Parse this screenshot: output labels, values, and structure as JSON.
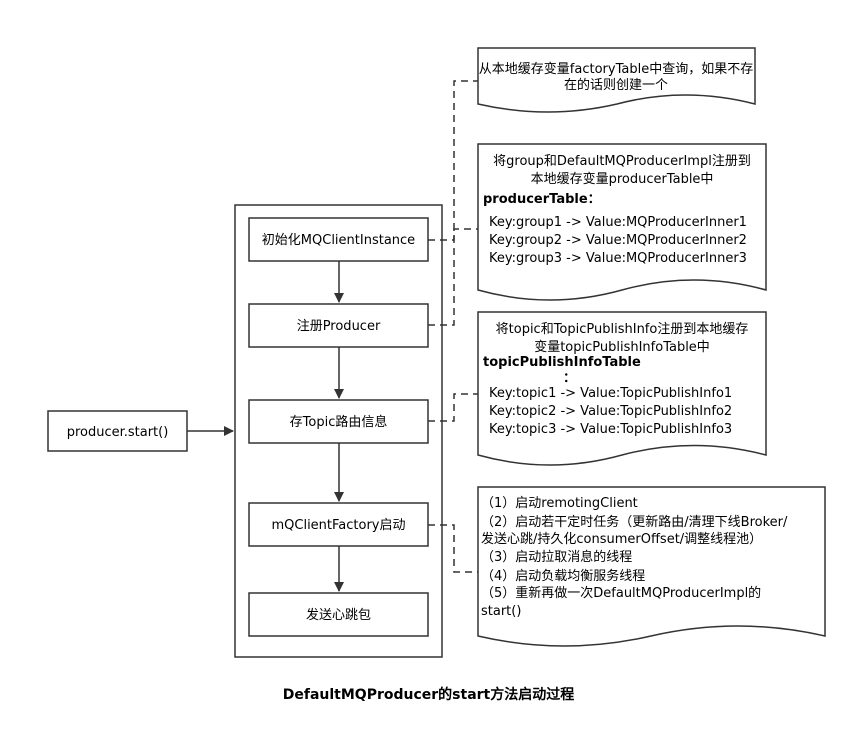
{
  "start_box": {
    "label": "producer.start()"
  },
  "steps": [
    {
      "label": "初始化MQClientInstance"
    },
    {
      "label": "注册Producer"
    },
    {
      "label": "存Topic路由信息"
    },
    {
      "label": "mQClientFactory启动"
    },
    {
      "label": "发送心跳包"
    }
  ],
  "notes": [
    {
      "lines": [
        "从本地缓存变量factoryTable中查询，如果不存",
        "在的话则创建一个"
      ]
    },
    {
      "lines": [
        "将group和DefaultMQProducerImpl注册到",
        "本地缓存变量producerTable中"
      ],
      "title": "producerTable：",
      "entries": [
        "Key:group1 -> Value:MQProducerInner1",
        "Key:group2 -> Value:MQProducerInner2",
        "Key:group3 -> Value:MQProducerInner3"
      ]
    },
    {
      "lines": [
        "将topic和TopicPublishInfo注册到本地缓存",
        "变量topicPublishInfoTable中"
      ],
      "title": "topicPublishInfoTable",
      "title_suffix": "：",
      "entries": [
        "Key:topic1 -> Value:TopicPublishInfo1",
        "Key:topic2 -> Value:TopicPublishInfo2",
        "Key:topic3 -> Value:TopicPublishInfo3"
      ]
    },
    {
      "lines": [
        "（1）启动remotingClient",
        "（2）启动若干定时任务（更新路由/清理下线Broker/",
        "发送心跳/持久化consumerOffset/调整线程池）",
        "（3）启动拉取消息的线程",
        "（4）启动负载均衡服务线程",
        "（5）重新再做一次DefaultMQProducerImpl的",
        "start()"
      ]
    }
  ],
  "caption": "DefaultMQProducer的start方法启动过程"
}
